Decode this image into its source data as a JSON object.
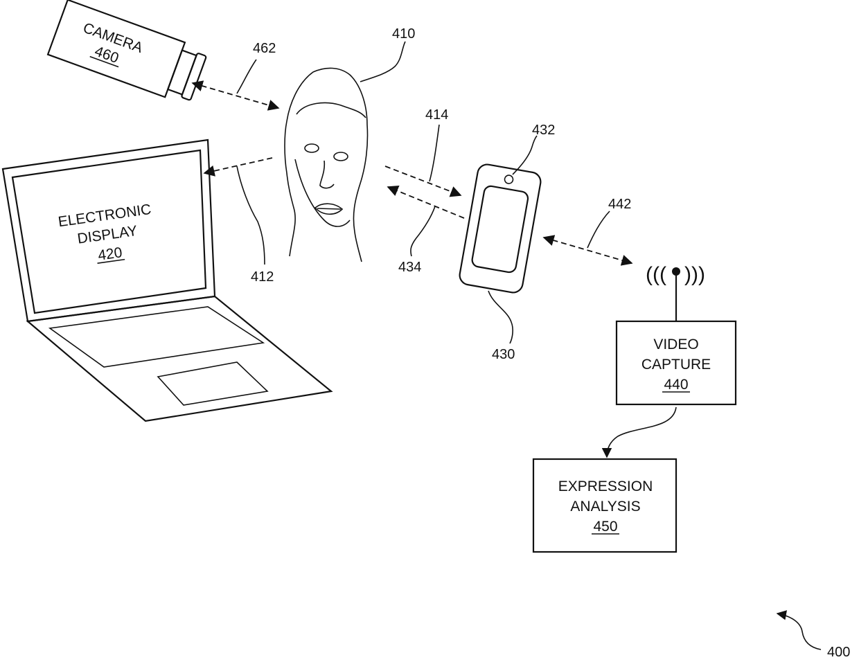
{
  "figure": {
    "figure_ref": "400",
    "camera": {
      "title": "CAMERA",
      "ref": "460"
    },
    "display": {
      "line1": "ELECTRONIC",
      "line2": "DISPLAY",
      "ref": "420"
    },
    "video_capture": {
      "line1": "VIDEO",
      "line2": "CAPTURE",
      "ref": "440"
    },
    "expression_analysis": {
      "line1": "EXPRESSION",
      "line2": "ANALYSIS",
      "ref": "450"
    },
    "face_ref": "410",
    "phone_ref": "430",
    "phone_camera_ref": "432",
    "labels": {
      "camera_link": "462",
      "display_link": "412",
      "face_to_phone": "414",
      "phone_to_face": "434",
      "phone_to_capture": "442"
    },
    "antenna_glyph_left": "(((",
    "antenna_glyph_right": ")))"
  }
}
